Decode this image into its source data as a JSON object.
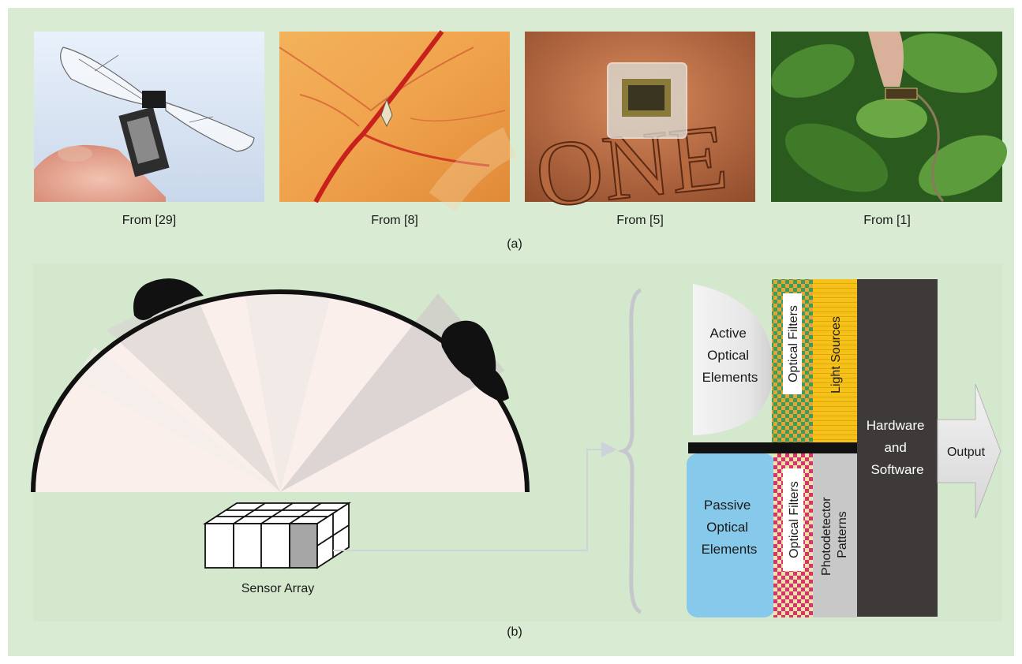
{
  "panel_a": {
    "captions": [
      "From [29]",
      "From [8]",
      "From [5]",
      "From [1]"
    ],
    "coin_text": "ONE",
    "label": "(a)"
  },
  "panel_b": {
    "sensor_label": "Sensor Array",
    "blocks": {
      "active": "Active\nOptical\nElements",
      "passive": "Passive\nOptical\nElements",
      "optical_filters_top": "Optical Filters",
      "light_sources": "Light Sources",
      "optical_filters_bottom": "Optical Filters",
      "photodetector": "Photodetector\nPatterns",
      "hardware": "Hardware\nand\nSoftware",
      "output": "Output"
    },
    "label": "(b)"
  },
  "colors": {
    "background": "#d9ebd3",
    "outer": "#ffffff",
    "passive": "#86c9ea",
    "light_sources": "#f4c218",
    "photodetector": "#c8c8c8",
    "hardware": "#3d3a39",
    "filter_green": "#3a9e5a",
    "filter_magenta": "#d8336e",
    "filter_orange": "#e8a338"
  }
}
